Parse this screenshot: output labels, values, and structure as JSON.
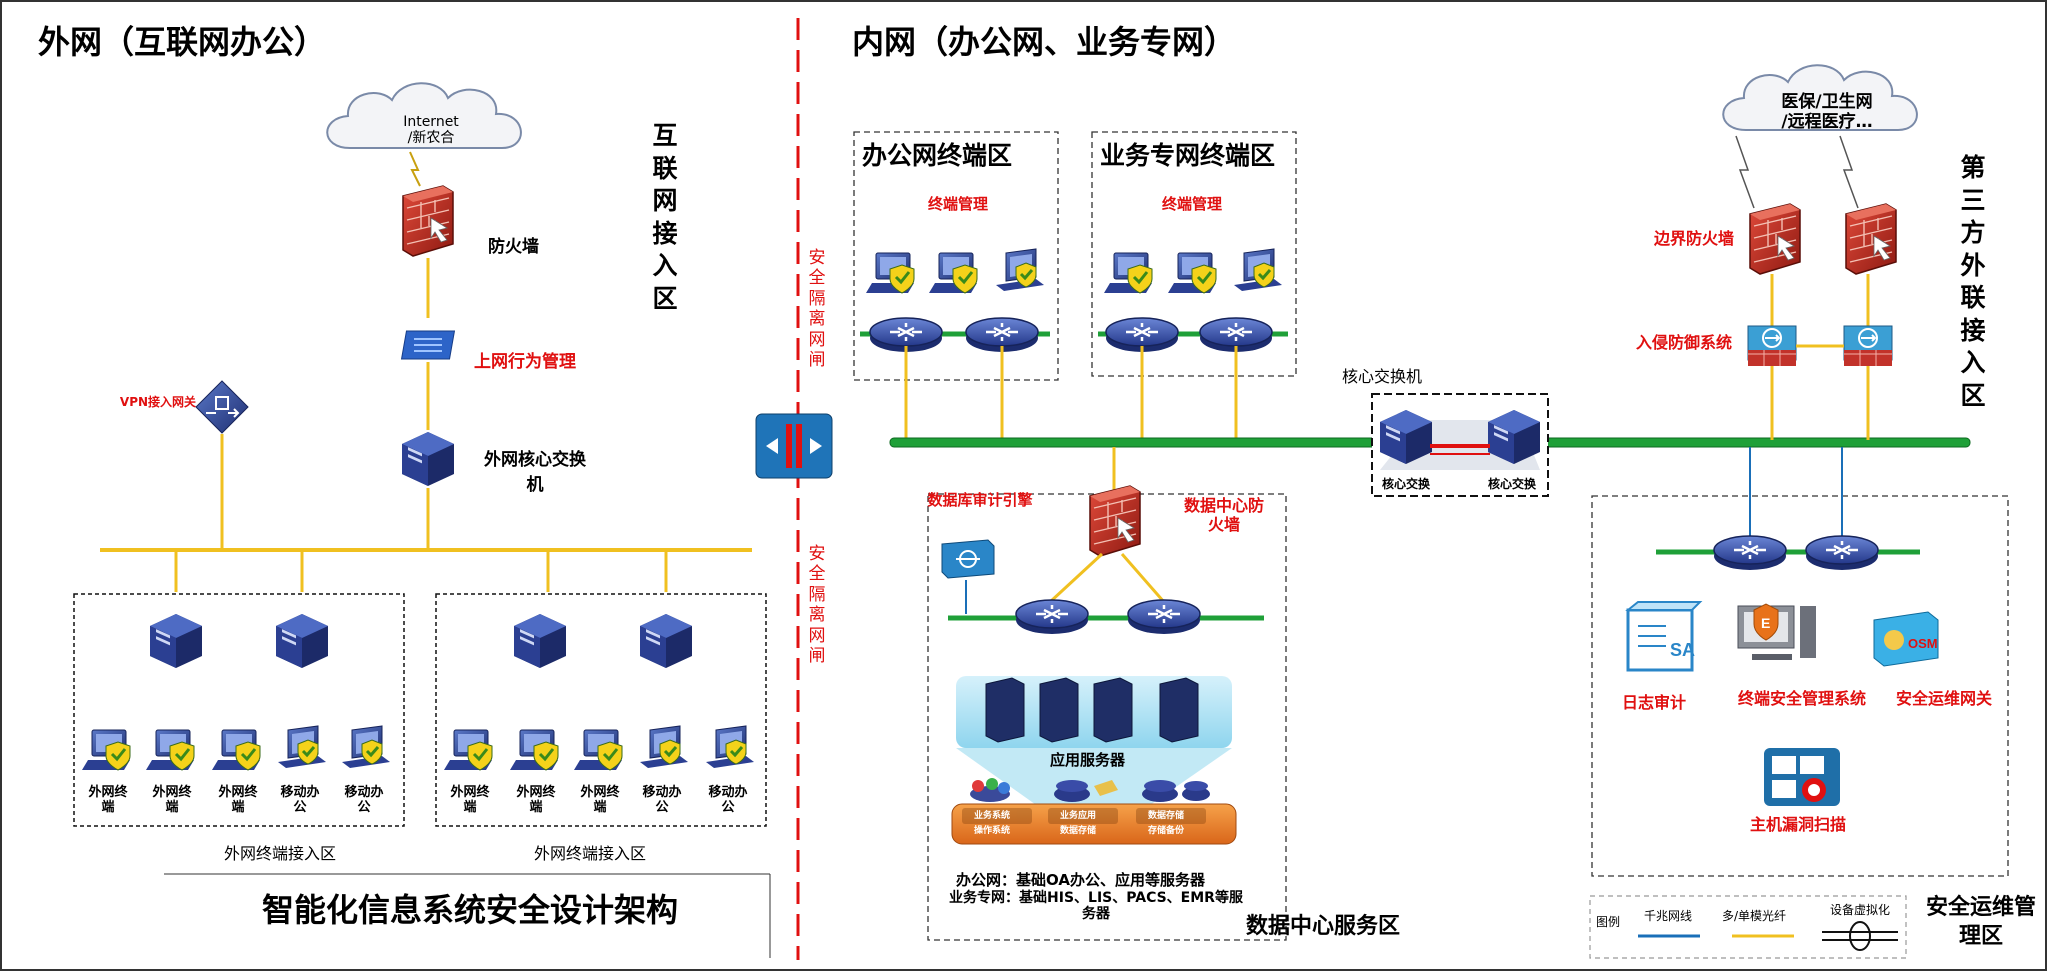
{
  "titles": {
    "external_net": "外网（互联网办公）",
    "internal_net": "内网（办公网、业务专网）",
    "main_title": "智能化信息系统安全设计架构"
  },
  "zones": {
    "internet_access": "互联网接入区",
    "third_party": "第三方外联接入区",
    "office_terminal": "办公网终端区",
    "business_terminal": "业务专网终端区",
    "datacenter": "数据中心服务区",
    "ops_mgmt": "安全运维管理区",
    "ext_terminal_zone_a": "外网终端接入区",
    "ext_terminal_zone_b": "外网终端接入区"
  },
  "labels": {
    "internet_cloud_1": "Internet",
    "internet_cloud_2": "/新农合",
    "firewall": "防火墙",
    "behavior_mgmt": "上网行为管理",
    "ext_core_switch": "外网核心交换机",
    "vpn_gateway": "VPN接入网关",
    "security_gap_top": "安全隔离网闸",
    "security_gap_bottom": "安全隔离网闸",
    "terminal_mgmt_office": "终端管理",
    "terminal_mgmt_business": "终端管理",
    "core_switch_title": "核心交换机",
    "core_switch_a": "核心交换",
    "core_switch_b": "核心交换",
    "db_audit": "数据库审计引擎",
    "dc_firewall": "数据中心防火墙",
    "app_server": "应用服务器",
    "dc_note_1": "办公网：基础OA办公、应用等服务器",
    "dc_note_2": "业务专网：基础HIS、LIS、PACS、EMR等服务器",
    "medical_cloud_1": "医保/卫生网",
    "medical_cloud_2": "/远程医疗…",
    "border_firewall": "边界防火墙",
    "ips": "入侵防御系统",
    "log_audit": "日志审计",
    "endpoint_security": "终端安全管理系统",
    "ops_gateway": "安全运维网关",
    "vuln_scan": "主机漏洞扫描",
    "storage_1": "业务系统",
    "storage_1b": "操作系统",
    "storage_2": "业务应用",
    "storage_2b": "数据存储",
    "storage_3": "数据存储",
    "storage_3b": "存储备份"
  },
  "terminals": {
    "group_a": [
      "外网终端",
      "外网终端",
      "外网终端",
      "移动办公",
      "移动办公"
    ],
    "group_b": [
      "外网终端",
      "外网终端",
      "外网终端",
      "移动办公",
      "移动办公"
    ]
  },
  "legend": {
    "title": "图例",
    "gigabit": "千兆网线",
    "fiber": "多/单模光纤",
    "virtualization": "设备虚拟化"
  },
  "colors": {
    "backbone_green": "#1fa038",
    "link_yellow": "#f0c020",
    "red_text": "#e01010",
    "device_blue": "#2a3f8a",
    "divider_red": "#e01010"
  }
}
